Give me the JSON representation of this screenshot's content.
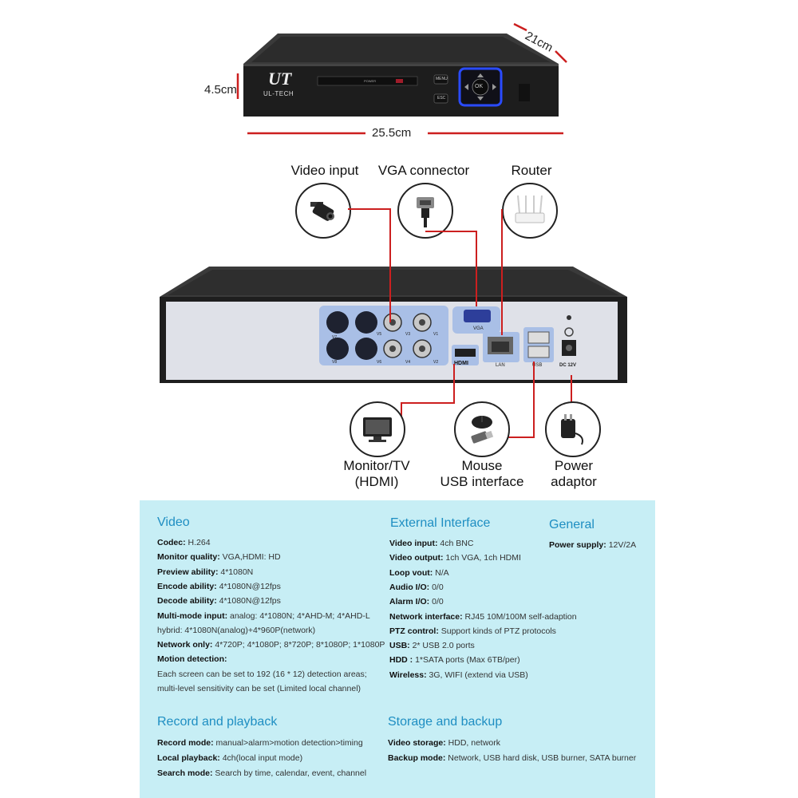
{
  "brand": {
    "logo_text": "UL-TECH",
    "logo_mark": "UT"
  },
  "front_panel": {
    "power_label": "POWER",
    "menu_label": "MENU",
    "esc_label": "ESC",
    "ok_label": "OK"
  },
  "dimensions": {
    "height": "4.5cm",
    "width": "25.5cm",
    "depth": "21cm"
  },
  "callouts": {
    "video_input": "Video input",
    "vga_connector": "VGA connector",
    "router": "Router",
    "monitor_line1": "Monitor/TV",
    "monitor_line2": "(HDMI)",
    "mouse_line1": "Mouse",
    "mouse_line2": "USB interface",
    "power_line1": "Power",
    "power_line2": "adaptor"
  },
  "rear_panel": {
    "ports": [
      "V7",
      "V5",
      "V3",
      "V1",
      "V8",
      "V6",
      "V4",
      "V2"
    ],
    "vga": "VGA",
    "hdmi": "HDMI",
    "lan": "LAN",
    "usb": "USB",
    "dc": "DC 12V"
  },
  "specs": {
    "video": {
      "title": "Video",
      "rows": [
        {
          "k": "Codec:",
          "v": "H.264"
        },
        {
          "k": "Monitor quality:",
          "v": "VGA,HDMI: HD"
        },
        {
          "k": "Preview ability:",
          "v": "4*1080N"
        },
        {
          "k": "Encode ability:",
          "v": "4*1080N@12fps"
        },
        {
          "k": "Decode ability:",
          "v": "4*1080N@12fps"
        },
        {
          "k": "Multi-mode input:",
          "v": "analog: 4*1080N; 4*AHD-M; 4*AHD-L"
        },
        {
          "k": "",
          "v": "hybrid: 4*1080N(analog)+4*960P(network)"
        },
        {
          "k": "Network only:",
          "v": "4*720P; 4*1080P; 8*720P; 8*1080P; 1*1080P"
        },
        {
          "k": "Motion detection:",
          "v": ""
        },
        {
          "k": "",
          "v": "Each screen can be set to 192 (16 * 12) detection areas;"
        },
        {
          "k": "",
          "v": "multi-level sensitivity can be set (Limited local channel)"
        }
      ]
    },
    "external": {
      "title": "External Interface",
      "rows": [
        {
          "k": "Video input:",
          "v": "4ch BNC"
        },
        {
          "k": "Video output:",
          "v": "1ch VGA, 1ch HDMI"
        },
        {
          "k": "Loop vout:",
          "v": "N/A"
        },
        {
          "k": "Audio I/O:",
          "v": "0/0"
        },
        {
          "k": "Alarm I/O:",
          "v": "0/0"
        },
        {
          "k": "Network interface:",
          "v": "RJ45 10M/100M self-adaption"
        },
        {
          "k": "PTZ control:",
          "v": "Support kinds of PTZ protocols"
        },
        {
          "k": "USB:",
          "v": "2* USB 2.0 ports"
        },
        {
          "k": "HDD :",
          "v": "1*SATA ports (Max 6TB/per)"
        },
        {
          "k": "Wireless:",
          "v": "3G, WIFI (extend via USB)"
        }
      ]
    },
    "general": {
      "title": "General",
      "rows": [
        {
          "k": "Power supply:",
          "v": "12V/2A"
        }
      ]
    },
    "record": {
      "title": "Record and playback",
      "rows": [
        {
          "k": "Record mode:",
          "v": "manual>alarm>motion detection>timing"
        },
        {
          "k": "Local playback:",
          "v": "4ch(local input mode)"
        },
        {
          "k": "Search mode:",
          "v": "Search by time, calendar, event, channel"
        }
      ]
    },
    "storage": {
      "title": "Storage and backup",
      "rows": [
        {
          "k": "Video storage:",
          "v": "HDD, network"
        },
        {
          "k": "Backup mode:",
          "v": "Network, USB hard disk, USB burner, SATA burner"
        }
      ]
    }
  },
  "colors": {
    "accent_line": "#cc1f1f",
    "spec_bg": "#c7eef5",
    "title_blue": "#1e8ec2",
    "port_blue": "#a9bfe6"
  }
}
